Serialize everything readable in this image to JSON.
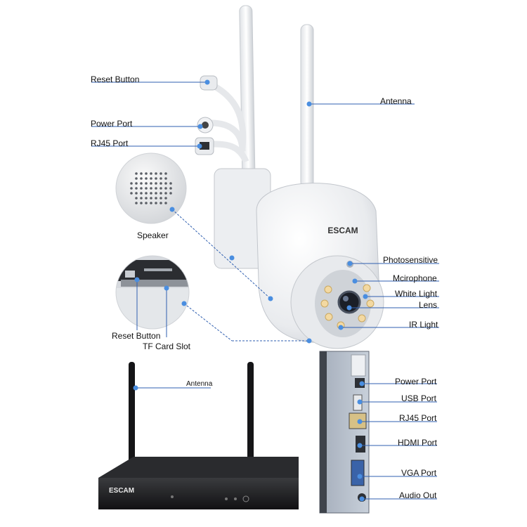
{
  "camera": {
    "brand": "ESCAM",
    "labels": {
      "reset_button": "Reset Button",
      "power_port": "Power Port",
      "rj45_port": "RJ45 Port",
      "antenna": "Antenna",
      "speaker": "Speaker",
      "photosensitive": "Photosensitive",
      "microphone": "Mcirophone",
      "white_light": "White Light",
      "lens": "Lens",
      "ir_light": "IR Light",
      "reset_button_2": "Reset Button",
      "tf_card_slot": "TF Card Slot"
    }
  },
  "nvr": {
    "brand": "ESCAM",
    "labels": {
      "antenna": "Antenna",
      "power_port": "Power Port",
      "usb_port": "USB Port",
      "rj45_port": "RJ45 Port",
      "hdmi_port": "HDMI Port",
      "vga_port": "VGA Port",
      "audio_out": "Audio Out"
    }
  },
  "colors": {
    "callout_line": "#2f5fb0",
    "callout_dot": "#4a8ee0",
    "camera_body": "#f2f3f5",
    "nvr_body": "#1c1c1e",
    "panel": "#9ea8b6"
  }
}
